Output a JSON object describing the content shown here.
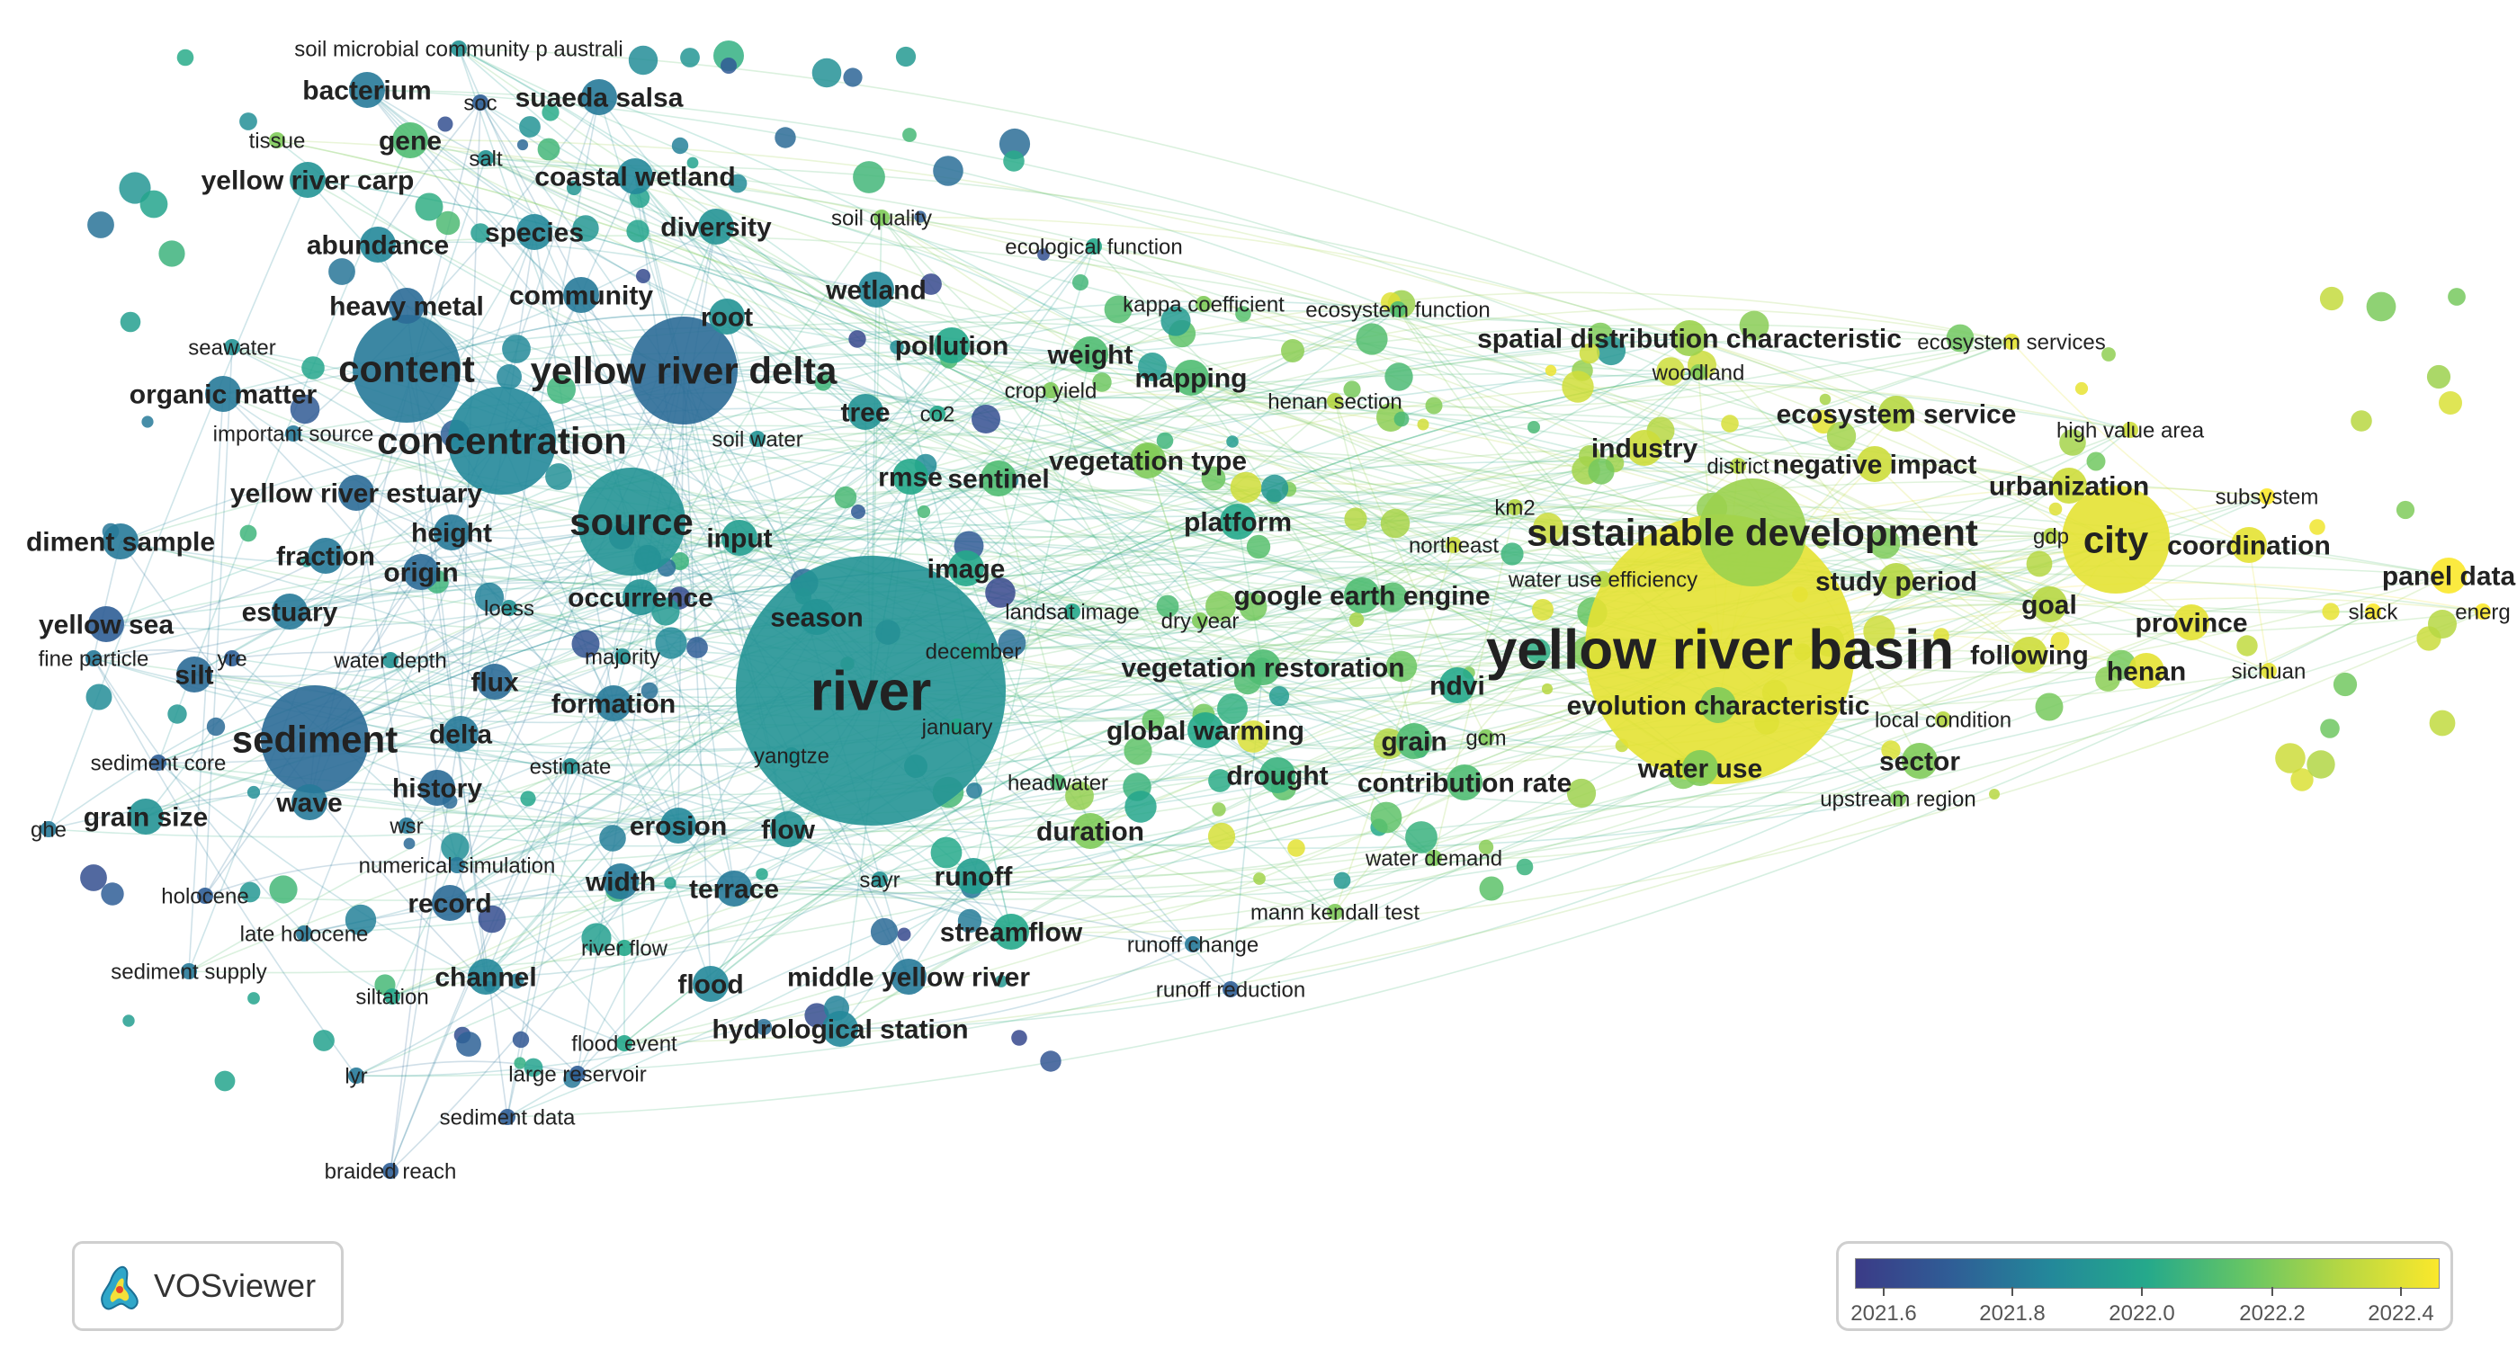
{
  "branding": {
    "logo_text": "VOSviewer"
  },
  "legend": {
    "ticks": [
      "2021.6",
      "2021.8",
      "2022.0",
      "2022.2",
      "2022.4"
    ],
    "colors": [
      "#3b3b87",
      "#2f5e96",
      "#23889a",
      "#25a98b",
      "#65c565",
      "#b6d743",
      "#fbe82b"
    ]
  },
  "network": {
    "terms": [
      {
        "t": "yellow river basin",
        "y": 2022.4,
        "w": "xl"
      },
      {
        "t": "river",
        "y": 2021.9,
        "w": "xl"
      },
      {
        "t": "yellow river delta",
        "y": 2021.75,
        "w": "l"
      },
      {
        "t": "sediment",
        "y": 2021.75,
        "w": "l"
      },
      {
        "t": "sustainable development",
        "y": 2022.25,
        "w": "l"
      },
      {
        "t": "concentration",
        "y": 2021.85,
        "w": "l"
      },
      {
        "t": "content",
        "y": 2021.8,
        "w": "l"
      },
      {
        "t": "source",
        "y": 2021.9,
        "w": "l"
      },
      {
        "t": "city",
        "y": 2022.4,
        "w": "l"
      },
      {
        "t": "province",
        "y": 2022.4,
        "w": "m"
      },
      {
        "t": "coordination",
        "y": 2022.4,
        "w": "m"
      },
      {
        "t": "study period",
        "y": 2022.3,
        "w": "m"
      },
      {
        "t": "goal",
        "y": 2022.3,
        "w": "m"
      },
      {
        "t": "gdp",
        "y": 2022.3,
        "w": "s"
      },
      {
        "t": "urbanization",
        "y": 2022.35,
        "w": "m"
      },
      {
        "t": "industry",
        "y": 2022.35,
        "w": "m"
      },
      {
        "t": "ecosystem service",
        "y": 2022.3,
        "w": "m"
      },
      {
        "t": "negative impact",
        "y": 2022.35,
        "w": "m"
      },
      {
        "t": "spatial distribution characteristic",
        "y": 2022.25,
        "w": "m"
      },
      {
        "t": "evolution characteristic",
        "y": 2022.2,
        "w": "m"
      },
      {
        "t": "water use",
        "y": 2022.2,
        "w": "m"
      },
      {
        "t": "sector",
        "y": 2022.2,
        "w": "m"
      },
      {
        "t": "henan",
        "y": 2022.4,
        "w": "m"
      },
      {
        "t": "following",
        "y": 2022.35,
        "w": "m"
      },
      {
        "t": "panel data",
        "y": 2022.45,
        "w": "m"
      },
      {
        "t": "energ",
        "y": 2022.45,
        "w": "s"
      },
      {
        "t": "subsystem",
        "y": 2022.45,
        "w": "s"
      },
      {
        "t": "slack",
        "y": 2022.45,
        "w": "s"
      },
      {
        "t": "sichuan",
        "y": 2022.4,
        "w": "s"
      },
      {
        "t": "local condition",
        "y": 2022.3,
        "w": "s"
      },
      {
        "t": "upstream region",
        "y": 2022.2,
        "w": "s"
      },
      {
        "t": "high value area",
        "y": 2022.35,
        "w": "s"
      },
      {
        "t": "ecosystem services",
        "y": 2022.4,
        "w": "s"
      },
      {
        "t": "woodland",
        "y": 2022.2,
        "w": "s"
      },
      {
        "t": "district",
        "y": 2022.3,
        "w": "s"
      },
      {
        "t": "km2",
        "y": 2022.3,
        "w": "s"
      },
      {
        "t": "northeast",
        "y": 2022.35,
        "w": "s"
      },
      {
        "t": "water use efficiency",
        "y": 2022.3,
        "w": "s"
      },
      {
        "t": "ndvi",
        "y": 2022.0,
        "w": "m"
      },
      {
        "t": "grain",
        "y": 2022.1,
        "w": "m"
      },
      {
        "t": "gcm",
        "y": 2022.2,
        "w": "s"
      },
      {
        "t": "contribution rate",
        "y": 2022.1,
        "w": "m"
      },
      {
        "t": "drought",
        "y": 2022.05,
        "w": "m"
      },
      {
        "t": "global warming",
        "y": 2022.0,
        "w": "m"
      },
      {
        "t": "vegetation restoration",
        "y": 2022.1,
        "w": "m"
      },
      {
        "t": "google earth engine",
        "y": 2022.1,
        "w": "m"
      },
      {
        "t": "platform",
        "y": 2022.0,
        "w": "m"
      },
      {
        "t": "vegetation type",
        "y": 2022.2,
        "w": "m"
      },
      {
        "t": "sentinel",
        "y": 2022.1,
        "w": "m"
      },
      {
        "t": "rmse",
        "y": 2022.0,
        "w": "m"
      },
      {
        "t": "mapping",
        "y": 2022.1,
        "w": "m"
      },
      {
        "t": "weight",
        "y": 2022.1,
        "w": "m"
      },
      {
        "t": "pollution",
        "y": 2022.0,
        "w": "m"
      },
      {
        "t": "ecological function",
        "y": 2022.0,
        "w": "s"
      },
      {
        "t": "kappa coefficient",
        "y": 2022.2,
        "w": "s"
      },
      {
        "t": "ecosystem function",
        "y": 2022.1,
        "w": "s"
      },
      {
        "t": "henan section",
        "y": 2022.3,
        "w": "s"
      },
      {
        "t": "crop yield",
        "y": 2022.2,
        "w": "s"
      },
      {
        "t": "co2",
        "y": 2022.0,
        "w": "s"
      },
      {
        "t": "tree",
        "y": 2021.9,
        "w": "m"
      },
      {
        "t": "landsat image",
        "y": 2022.0,
        "w": "s"
      },
      {
        "t": "dry year",
        "y": 2022.2,
        "w": "s"
      },
      {
        "t": "image",
        "y": 2022.0,
        "w": "m"
      },
      {
        "t": "season",
        "y": 2021.9,
        "w": "m"
      },
      {
        "t": "input",
        "y": 2021.95,
        "w": "m"
      },
      {
        "t": "december",
        "y": 2022.0,
        "w": "s"
      },
      {
        "t": "january",
        "y": 2022.0,
        "w": "s"
      },
      {
        "t": "headwater",
        "y": 2022.1,
        "w": "s"
      },
      {
        "t": "duration",
        "y": 2022.2,
        "w": "m"
      },
      {
        "t": "runoff",
        "y": 2021.95,
        "w": "m"
      },
      {
        "t": "streamflow",
        "y": 2022.0,
        "w": "m"
      },
      {
        "t": "runoff change",
        "y": 2021.8,
        "w": "s"
      },
      {
        "t": "runoff reduction",
        "y": 2021.7,
        "w": "s"
      },
      {
        "t": "mann kendall test",
        "y": 2022.2,
        "w": "s"
      },
      {
        "t": "water demand",
        "y": 2022.2,
        "w": "s"
      },
      {
        "t": "middle yellow river",
        "y": 2021.8,
        "w": "m"
      },
      {
        "t": "hydrological station",
        "y": 2021.85,
        "w": "m"
      },
      {
        "t": "wetland",
        "y": 2021.85,
        "w": "m"
      },
      {
        "t": "soil quality",
        "y": 2022.2,
        "w": "s"
      },
      {
        "t": "diversity",
        "y": 2021.9,
        "w": "m"
      },
      {
        "t": "coastal wetland",
        "y": 2021.85,
        "w": "m"
      },
      {
        "t": "species",
        "y": 2021.85,
        "w": "m"
      },
      {
        "t": "community",
        "y": 2021.8,
        "w": "m"
      },
      {
        "t": "root",
        "y": 2021.9,
        "w": "m"
      },
      {
        "t": "abundance",
        "y": 2021.85,
        "w": "m"
      },
      {
        "t": "heavy metal",
        "y": 2021.75,
        "w": "m"
      },
      {
        "t": "suaeda salsa",
        "y": 2021.8,
        "w": "m"
      },
      {
        "t": "bacterium",
        "y": 2021.8,
        "w": "m"
      },
      {
        "t": "gene",
        "y": 2022.1,
        "w": "m"
      },
      {
        "t": "soc",
        "y": 2021.7,
        "w": "s"
      },
      {
        "t": "salt",
        "y": 2021.9,
        "w": "s"
      },
      {
        "t": "tissue",
        "y": 2022.2,
        "w": "s"
      },
      {
        "t": "yellow river carp",
        "y": 2021.9,
        "w": "m"
      },
      {
        "t": "soil microbial community p australi",
        "y": 2021.9,
        "w": "s"
      },
      {
        "t": "seawater",
        "y": 2021.9,
        "w": "s"
      },
      {
        "t": "organic matter",
        "y": 2021.8,
        "w": "m"
      },
      {
        "t": "important source",
        "y": 2021.8,
        "w": "s"
      },
      {
        "t": "soil water",
        "y": 2021.9,
        "w": "s"
      },
      {
        "t": "yellow river estuary",
        "y": 2021.75,
        "w": "m"
      },
      {
        "t": "diment sample",
        "y": 2021.8,
        "w": "m"
      },
      {
        "t": "height",
        "y": 2021.8,
        "w": "m"
      },
      {
        "t": "fraction",
        "y": 2021.8,
        "w": "m"
      },
      {
        "t": "origin",
        "y": 2021.75,
        "w": "m"
      },
      {
        "t": "yellow sea",
        "y": 2021.7,
        "w": "m"
      },
      {
        "t": "estuary",
        "y": 2021.8,
        "w": "m"
      },
      {
        "t": "loess",
        "y": 2021.9,
        "w": "s"
      },
      {
        "t": "occurrence",
        "y": 2021.9,
        "w": "m"
      },
      {
        "t": "fine particle",
        "y": 2021.8,
        "w": "s"
      },
      {
        "t": "yre",
        "y": 2021.7,
        "w": "s"
      },
      {
        "t": "water depth",
        "y": 2021.9,
        "w": "s"
      },
      {
        "t": "majority",
        "y": 2021.9,
        "w": "s"
      },
      {
        "t": "silt",
        "y": 2021.75,
        "w": "m"
      },
      {
        "t": "flux",
        "y": 2021.75,
        "w": "m"
      },
      {
        "t": "formation",
        "y": 2021.8,
        "w": "m"
      },
      {
        "t": "delta",
        "y": 2021.8,
        "w": "m"
      },
      {
        "t": "estimate",
        "y": 2021.9,
        "w": "s"
      },
      {
        "t": "yangtze",
        "y": 2021.9,
        "w": "s"
      },
      {
        "t": "sediment core",
        "y": 2021.7,
        "w": "s"
      },
      {
        "t": "history",
        "y": 2021.75,
        "w": "m"
      },
      {
        "t": "wave",
        "y": 2021.8,
        "w": "m"
      },
      {
        "t": "grain size",
        "y": 2021.9,
        "w": "m"
      },
      {
        "t": "ghe",
        "y": 2021.8,
        "w": "s"
      },
      {
        "t": "wsr",
        "y": 2021.8,
        "w": "s"
      },
      {
        "t": "erosion",
        "y": 2021.85,
        "w": "m"
      },
      {
        "t": "flow",
        "y": 2021.9,
        "w": "m"
      },
      {
        "t": "numerical simulation",
        "y": 2021.8,
        "w": "s"
      },
      {
        "t": "width",
        "y": 2021.8,
        "w": "m"
      },
      {
        "t": "terrace",
        "y": 2021.8,
        "w": "m"
      },
      {
        "t": "sayr",
        "y": 2021.9,
        "w": "s"
      },
      {
        "t": "holocene",
        "y": 2021.7,
        "w": "s"
      },
      {
        "t": "record",
        "y": 2021.75,
        "w": "m"
      },
      {
        "t": "late holocene",
        "y": 2021.8,
        "w": "s"
      },
      {
        "t": "river flow",
        "y": 2022.0,
        "w": "s"
      },
      {
        "t": "sediment supply",
        "y": 2021.8,
        "w": "s"
      },
      {
        "t": "channel",
        "y": 2021.85,
        "w": "m"
      },
      {
        "t": "flood",
        "y": 2021.85,
        "w": "m"
      },
      {
        "t": "siltation",
        "y": 2022.0,
        "w": "s"
      },
      {
        "t": "flood event",
        "y": 2022.0,
        "w": "s"
      },
      {
        "t": "lyr",
        "y": 2021.8,
        "w": "s"
      },
      {
        "t": "large reservoir",
        "y": 2021.7,
        "w": "s"
      },
      {
        "t": "sediment data",
        "y": 2021.7,
        "w": "s"
      },
      {
        "t": "braided reach",
        "y": 2021.7,
        "w": "s"
      }
    ]
  }
}
